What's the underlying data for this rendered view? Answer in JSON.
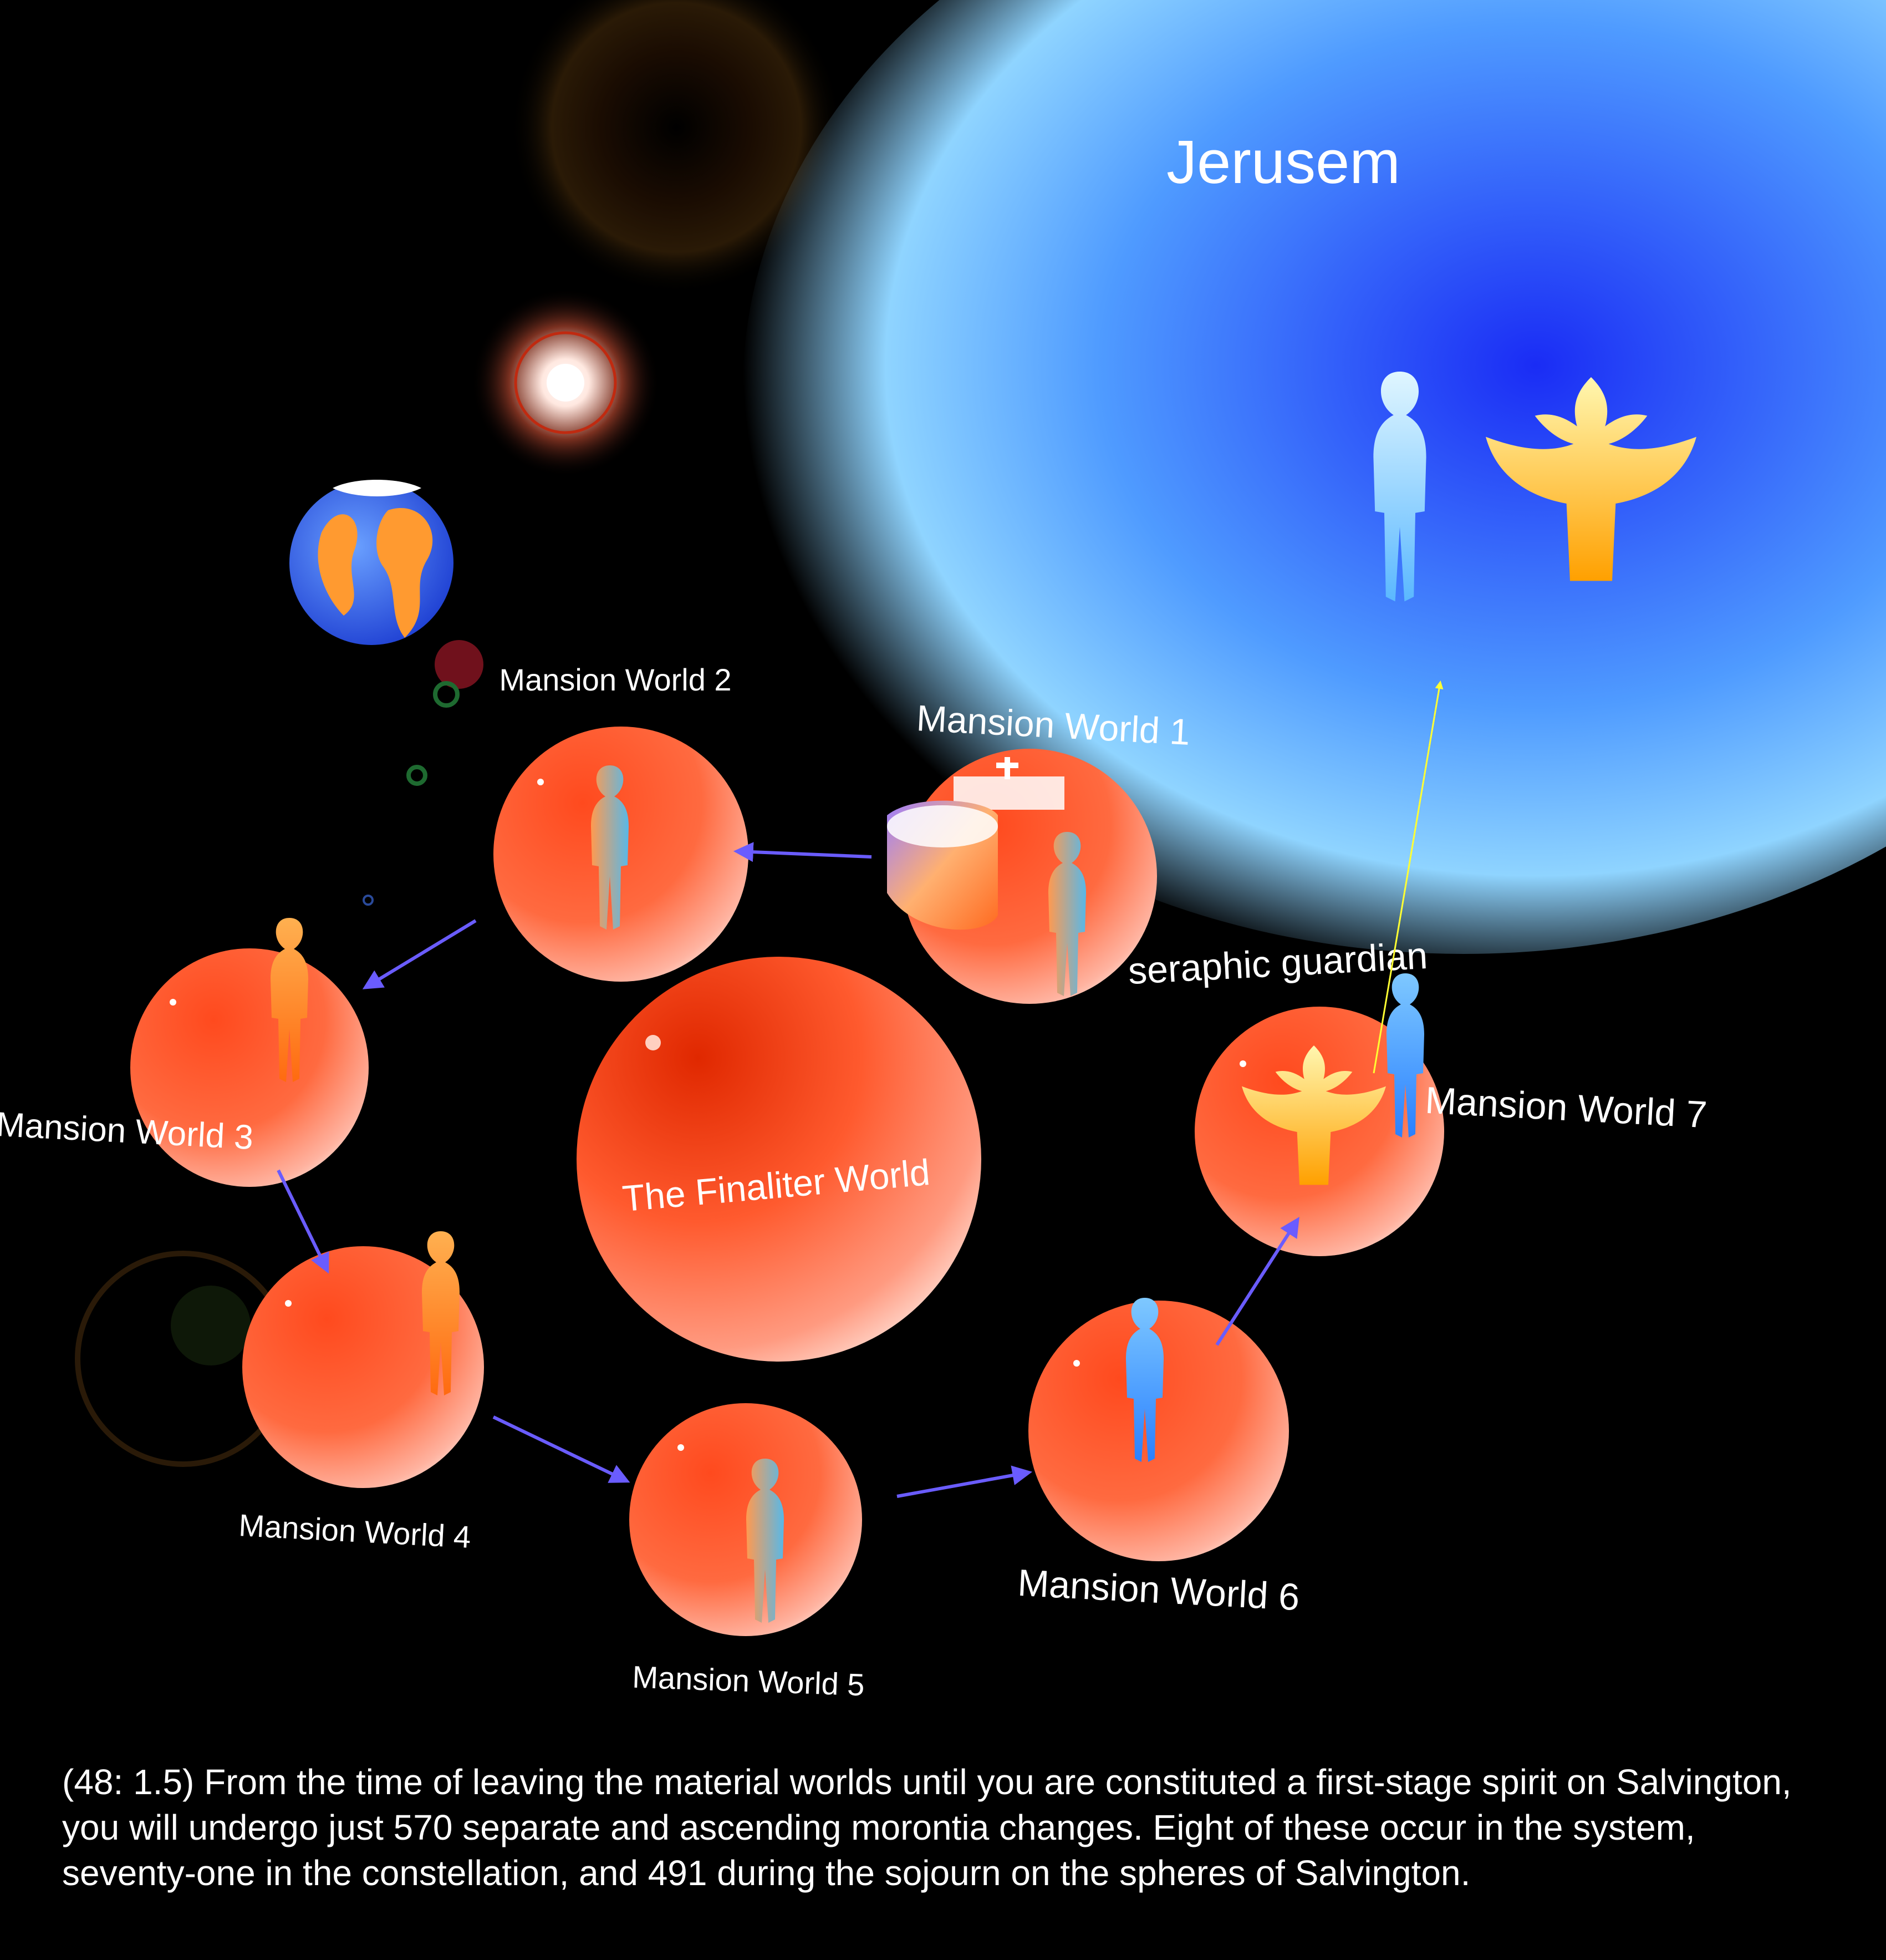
{
  "diagram": {
    "jerusem_label": "Jerusem",
    "seraphic_label": "seraphic guardian",
    "finaliter_label": "The Finaliter World",
    "worlds": [
      {
        "id": 1,
        "label": "Mansion World 1"
      },
      {
        "id": 2,
        "label": "Mansion World 2"
      },
      {
        "id": 3,
        "label": "Mansion World 3"
      },
      {
        "id": 4,
        "label": "Mansion World 4"
      },
      {
        "id": 5,
        "label": "Mansion World 5"
      },
      {
        "id": 6,
        "label": "Mansion World 6"
      },
      {
        "id": 7,
        "label": "Mansion World 7"
      }
    ]
  },
  "caption": {
    "line1": "(48: 1.5) From the time of leaving the material worlds until you are constituted a first-stage spirit on Salvington,",
    "line2": "you will undergo just 570 separate and ascending morontia changes. Eight of these occur in the system,",
    "line3": "seventy-one in the constellation, and 491 during the sojourn on the spheres of Salvington."
  },
  "colors": {
    "sphere": "#ff5a2e",
    "jerusem_core": "#1a2cf5",
    "jerusem_edge": "#8fd4ff",
    "arrow": "#6a5cff",
    "ascend_arrow": "#ffff33",
    "person_blue": "#4aa8ff",
    "angel_gold": "#ffb000"
  }
}
